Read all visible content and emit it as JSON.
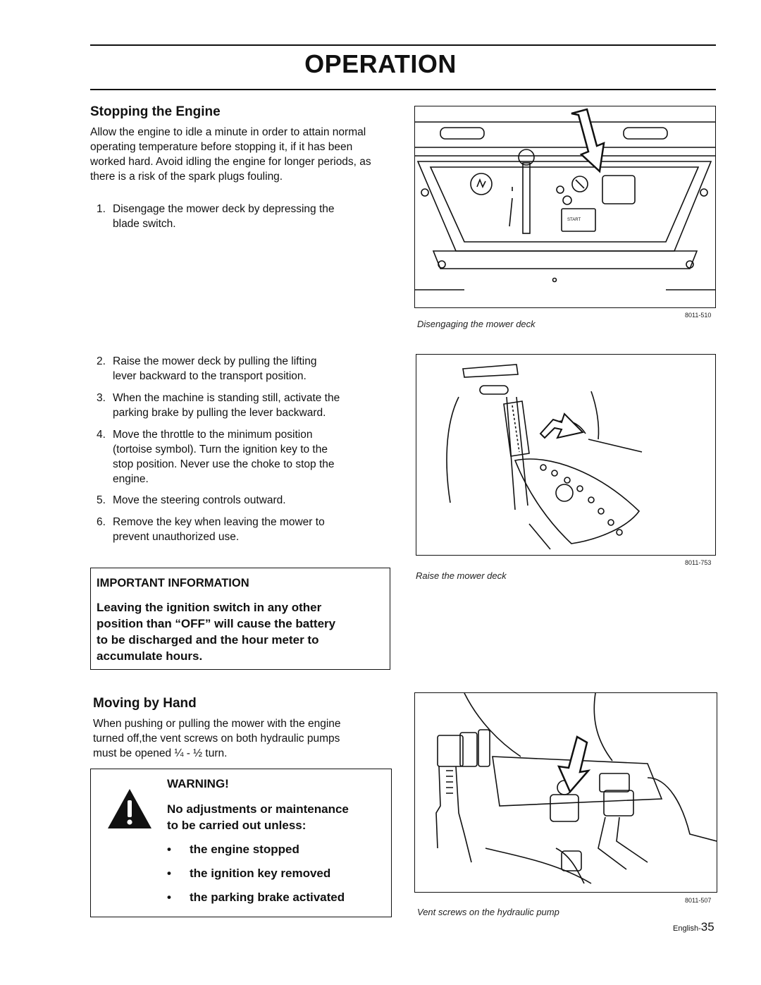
{
  "header": {
    "title": "OPERATION"
  },
  "stopping": {
    "heading": "Stopping the Engine",
    "intro": "Allow the engine to idle a minute in order to attain normal operating temperature before stopping it, if it has been worked hard. Avoid idling the engine for longer periods, as there is a risk of the spark plugs fouling.",
    "steps": [
      {
        "num": "1.",
        "line1": "Disengage the mower deck by depressing the",
        "line2": "blade switch."
      },
      {
        "num": "2.",
        "line1": "Raise the mower deck by pulling the lifting",
        "line2": "lever backward to the transport position."
      },
      {
        "num": "3.",
        "line1": "When the machine is standing still, activate the",
        "line2": "parking brake by pulling the lever backward."
      },
      {
        "num": "4.",
        "line1": "Move the throttle to the minimum position",
        "line2": "(tortoise symbol). Turn the ignition key to the",
        "line3": "stop position. Never use the choke to stop the",
        "line4": "engine."
      },
      {
        "num": "5.",
        "line1": "Move the steering controls outward."
      },
      {
        "num": "6.",
        "line1": "Remove the key when leaving the mower to",
        "line2": "prevent unauthorized use."
      }
    ]
  },
  "important": {
    "title": "IMPORTANT INFORMATION",
    "line1": "Leaving the ignition switch in any other",
    "line2": "position than “OFF” will cause the battery",
    "line3": "to be discharged and the hour meter to",
    "line4": "accumulate hours."
  },
  "moving": {
    "heading": "Moving by Hand",
    "line1": "When pushing or pulling the mower with the engine",
    "line2": "turned off,the vent screws on both hydraulic pumps",
    "line3": "must be opened ¼ - ½ turn."
  },
  "warning": {
    "title": "WARNING!",
    "line1": "No adjustments or maintenance",
    "line2": "to be carried out unless:",
    "bullet": "•",
    "items": [
      "the engine stopped",
      "the ignition key removed",
      "the parking brake activated"
    ],
    "icon": "exclamation-triangle-icon"
  },
  "figures": [
    {
      "id": "8011-510",
      "caption": "Disengaging the mower deck",
      "start_label": "START"
    },
    {
      "id": "8011-753",
      "caption": "Raise the mower deck"
    },
    {
      "id": "8011-507",
      "caption": "Vent screws on the hydraulic pump"
    }
  ],
  "footer": {
    "lang": "English-",
    "page": "35"
  }
}
